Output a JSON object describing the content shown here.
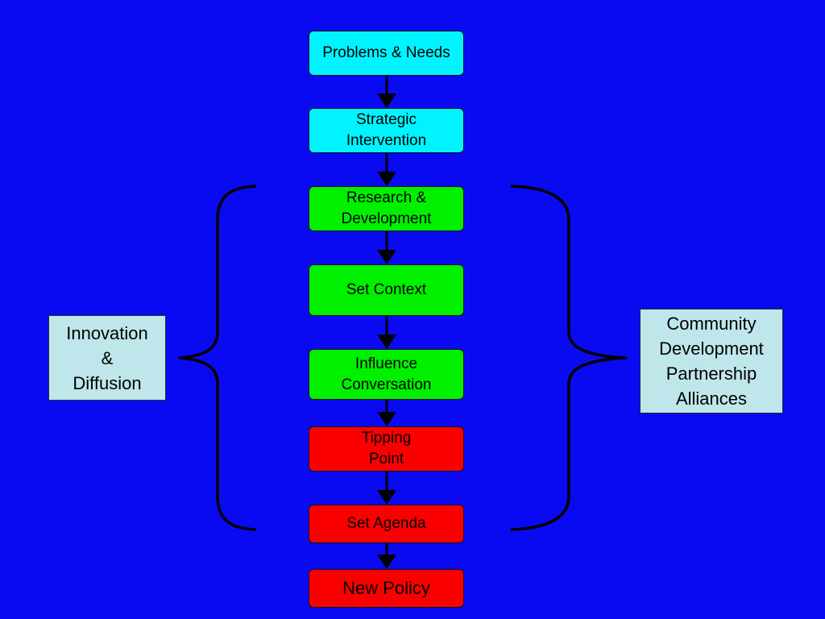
{
  "flow": {
    "problems_needs": "Problems & Needs",
    "strategic_intervention": "Strategic\nIntervention",
    "research_development": "Research &\nDevelopment",
    "set_context": "Set Context",
    "influence_conversation": "Influence\nConversation",
    "tipping_point": "Tipping\nPoint",
    "set_agenda": "Set Agenda",
    "new_policy": "New Policy"
  },
  "side_labels": {
    "left": "Innovation\n&\nDiffusion",
    "right": "Community\nDevelopment\nPartnership\nAlliances"
  },
  "colors": {
    "background": "#0a0af2",
    "stage_cyan": "#00f3ff",
    "stage_green": "#00f000",
    "stage_red": "#fb0000",
    "side_box": "#bfe6ea",
    "connector": "#000000"
  }
}
